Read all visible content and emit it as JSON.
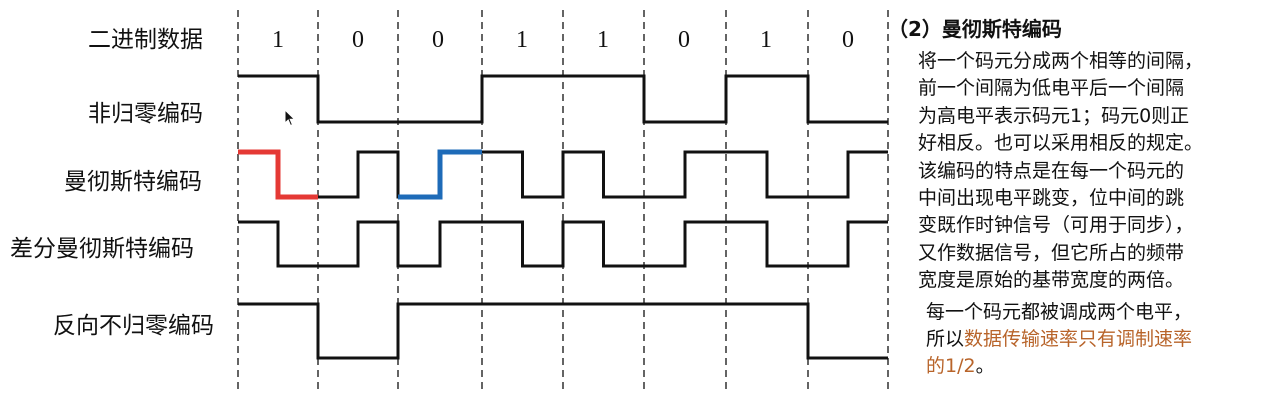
{
  "row_labels": {
    "binary_data": "二进制数据",
    "nrz": "非归零编码",
    "manchester": "曼彻斯特编码",
    "diff_manchester": "差分曼彻斯特编码",
    "nrzi": "反向不归零编码"
  },
  "bits": [
    "1",
    "0",
    "0",
    "1",
    "1",
    "0",
    "1",
    "0"
  ],
  "waveforms": {
    "nrz": [
      1,
      1,
      0,
      0,
      0,
      0,
      1,
      1,
      1,
      1,
      0,
      0,
      1,
      1,
      0,
      0
    ],
    "manchester": [
      1,
      0,
      0,
      1,
      0,
      1,
      1,
      0,
      1,
      0,
      0,
      1,
      1,
      0,
      0,
      1
    ],
    "diff_manchester": [
      1,
      0,
      0,
      1,
      0,
      1,
      1,
      0,
      1,
      0,
      0,
      1,
      1,
      0,
      0,
      1
    ],
    "nrzi": [
      1,
      1,
      0,
      0,
      1,
      1,
      1,
      1,
      1,
      1,
      1,
      1,
      1,
      1,
      0,
      0
    ]
  },
  "colors": {
    "wave": "#111111",
    "grid": "#222222",
    "highlight_one": "#e53935",
    "highlight_zero": "#1e6bb8",
    "text_highlight": "#b8642a"
  },
  "text_panel": {
    "title": "（2）曼彻斯特编码",
    "para1_lines": [
      "将一个码元分成两个相等的间隔，",
      "前一个间隔为低电平后一个间隔",
      "为高电平表示码元1；码元0则正",
      "好相反。也可以采用相反的规定。",
      "该编码的特点是在每一个码元的",
      "中间出现电平跳变，位中间的跳",
      "变既作时钟信号（可用于同步），",
      "又作数据信号，但它所占的频带",
      "宽度是原始的基带宽度的两倍。"
    ],
    "para2_line1": "每一个码元都被调成两个电平，",
    "para2_line2_plain": "所以",
    "para2_line2_highlight": "数据传输速率只有调制速率",
    "para2_line3_highlight": "的1/2",
    "para2_line3_plain": "。"
  },
  "icons": {
    "cursor": "mouse-pointer-icon"
  }
}
